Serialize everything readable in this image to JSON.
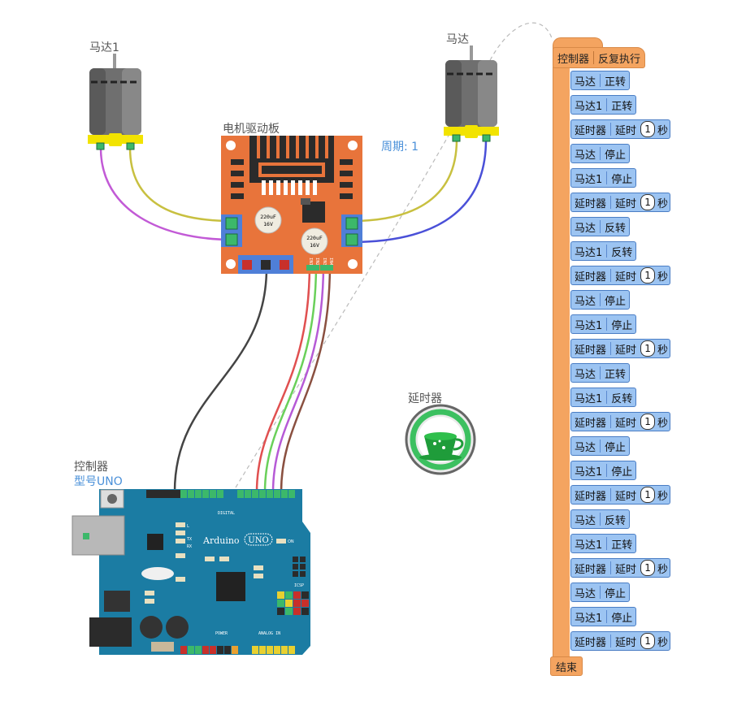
{
  "labels": {
    "motor1": "马达1",
    "motor2": "马达",
    "driver": "电机驱动板",
    "period": "周期: 1",
    "timer": "延时器",
    "controller": "控制器",
    "model": "型号UNO"
  },
  "driver_board": {
    "cap1": "220uF",
    "cap1v": "16V",
    "cap2": "220uF",
    "cap2v": "16V",
    "pins": [
      "IN1",
      "IN2",
      "IN3",
      "IN4"
    ]
  },
  "arduino": {
    "brand": "Arduino",
    "model": "UNO",
    "on": "ON",
    "digital": "DIGITAL",
    "icsp": "ICSP",
    "power": "POWER",
    "analog": "ANALOG IN",
    "tx": "TX",
    "rx": "RX",
    "l": "L"
  },
  "program": {
    "hat": [
      "控制器",
      "反复执行"
    ],
    "end": "结束",
    "blocks": [
      {
        "a": "马达",
        "b": "正转"
      },
      {
        "a": "马达1",
        "b": "正转"
      },
      {
        "a": "延时器",
        "b": "延时",
        "n": "1",
        "u": "秒"
      },
      {
        "a": "马达",
        "b": "停止"
      },
      {
        "a": "马达1",
        "b": "停止"
      },
      {
        "a": "延时器",
        "b": "延时",
        "n": "1",
        "u": "秒"
      },
      {
        "a": "马达",
        "b": "反转"
      },
      {
        "a": "马达1",
        "b": "反转"
      },
      {
        "a": "延时器",
        "b": "延时",
        "n": "1",
        "u": "秒"
      },
      {
        "a": "马达",
        "b": "停止"
      },
      {
        "a": "马达1",
        "b": "停止"
      },
      {
        "a": "延时器",
        "b": "延时",
        "n": "1",
        "u": "秒"
      },
      {
        "a": "马达",
        "b": "正转"
      },
      {
        "a": "马达1",
        "b": "反转"
      },
      {
        "a": "延时器",
        "b": "延时",
        "n": "1",
        "u": "秒"
      },
      {
        "a": "马达",
        "b": "停止"
      },
      {
        "a": "马达1",
        "b": "停止"
      },
      {
        "a": "延时器",
        "b": "延时",
        "n": "1",
        "u": "秒"
      },
      {
        "a": "马达",
        "b": "反转"
      },
      {
        "a": "马达1",
        "b": "正转"
      },
      {
        "a": "延时器",
        "b": "延时",
        "n": "1",
        "u": "秒"
      },
      {
        "a": "马达",
        "b": "停止"
      },
      {
        "a": "马达1",
        "b": "停止"
      },
      {
        "a": "延时器",
        "b": "延时",
        "n": "1",
        "u": "秒"
      }
    ]
  },
  "colors": {
    "board_orange": "#e8743b",
    "arduino_blue": "#1b7ca3",
    "block_blue": "#9cc4f2",
    "block_orange": "#f4a460"
  }
}
